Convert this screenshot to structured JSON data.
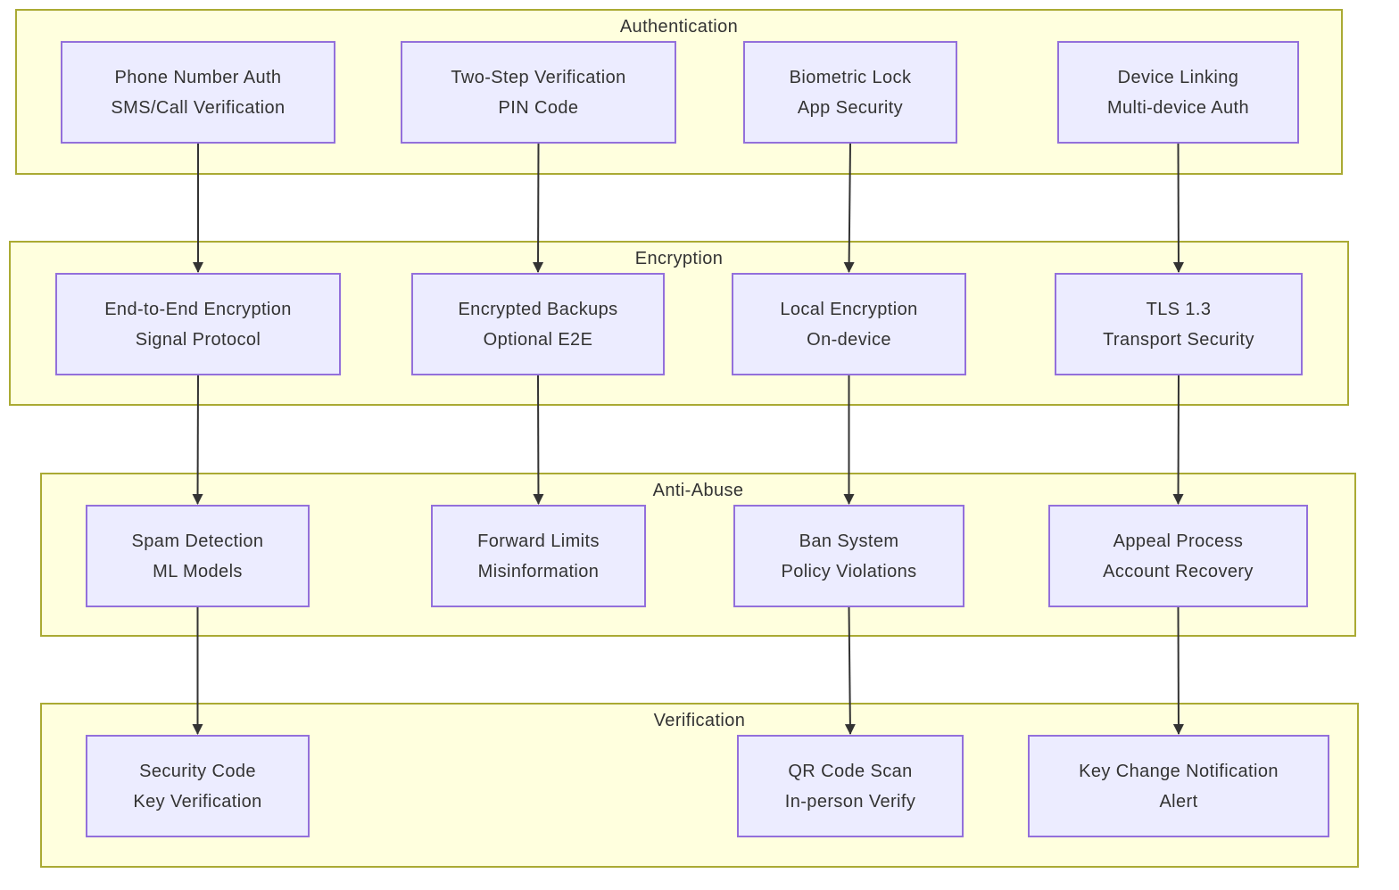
{
  "diagram": {
    "type": "flowchart",
    "direction": "top-down",
    "colors": {
      "band_fill": "#ffffde",
      "band_border": "#aaaa33",
      "node_fill": "#ececff",
      "node_border": "#9370db",
      "text": "#333333",
      "edge": "#333333",
      "page_background": "#ffffff"
    },
    "bands": [
      {
        "id": "authentication",
        "label": "Authentication",
        "nodes": [
          {
            "id": "phone-number-auth",
            "title": "Phone Number Auth",
            "subtitle": "SMS/Call Verification"
          },
          {
            "id": "two-step-verification",
            "title": "Two-Step Verification",
            "subtitle": "PIN Code"
          },
          {
            "id": "biometric-lock",
            "title": "Biometric Lock",
            "subtitle": "App Security"
          },
          {
            "id": "device-linking",
            "title": "Device Linking",
            "subtitle": "Multi-device Auth"
          }
        ]
      },
      {
        "id": "encryption",
        "label": "Encryption",
        "nodes": [
          {
            "id": "e2e-encryption",
            "title": "End-to-End Encryption",
            "subtitle": "Signal Protocol"
          },
          {
            "id": "encrypted-backups",
            "title": "Encrypted Backups",
            "subtitle": "Optional E2E"
          },
          {
            "id": "local-encryption",
            "title": "Local Encryption",
            "subtitle": "On-device"
          },
          {
            "id": "tls-1-3",
            "title": "TLS 1.3",
            "subtitle": "Transport Security"
          }
        ]
      },
      {
        "id": "anti-abuse",
        "label": "Anti-Abuse",
        "nodes": [
          {
            "id": "spam-detection",
            "title": "Spam Detection",
            "subtitle": "ML Models"
          },
          {
            "id": "forward-limits",
            "title": "Forward Limits",
            "subtitle": "Misinformation"
          },
          {
            "id": "ban-system",
            "title": "Ban System",
            "subtitle": "Policy Violations"
          },
          {
            "id": "appeal-process",
            "title": "Appeal Process",
            "subtitle": "Account Recovery"
          }
        ]
      },
      {
        "id": "verification",
        "label": "Verification",
        "nodes": [
          {
            "id": "security-code",
            "title": "Security Code",
            "subtitle": "Key Verification"
          },
          {
            "id": "qr-code-scan",
            "title": "QR Code Scan",
            "subtitle": "In-person Verify"
          },
          {
            "id": "key-change-notification",
            "title": "Key Change Notification",
            "subtitle": "Alert"
          }
        ]
      }
    ],
    "edges": [
      {
        "from": "phone-number-auth",
        "to": "e2e-encryption"
      },
      {
        "from": "two-step-verification",
        "to": "encrypted-backups"
      },
      {
        "from": "biometric-lock",
        "to": "local-encryption"
      },
      {
        "from": "device-linking",
        "to": "tls-1-3"
      },
      {
        "from": "e2e-encryption",
        "to": "spam-detection"
      },
      {
        "from": "encrypted-backups",
        "to": "forward-limits"
      },
      {
        "from": "local-encryption",
        "to": "ban-system"
      },
      {
        "from": "tls-1-3",
        "to": "appeal-process"
      },
      {
        "from": "spam-detection",
        "to": "security-code"
      },
      {
        "from": "ban-system",
        "to": "qr-code-scan"
      },
      {
        "from": "appeal-process",
        "to": "key-change-notification"
      }
    ]
  }
}
